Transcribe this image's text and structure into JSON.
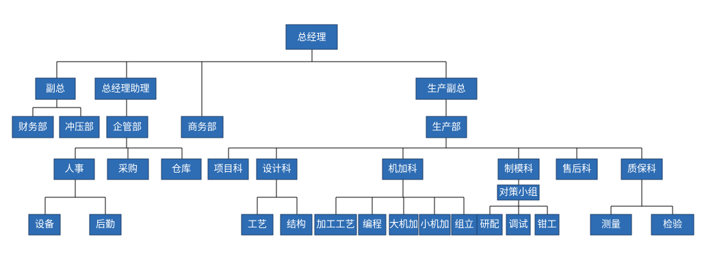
{
  "colors": {
    "node_fill": "#2e6db4",
    "node_border": "#1f3d66",
    "line": "#000000",
    "text": "#ffffff"
  },
  "org": {
    "label": "总经理",
    "children": [
      {
        "label": "副总",
        "children": [
          {
            "label": "财务部"
          },
          {
            "label": "冲压部"
          }
        ]
      },
      {
        "label": "总经理助理",
        "children": [
          {
            "label": "企管部",
            "children": [
              {
                "label": "人事",
                "children": [
                  {
                    "label": "设备"
                  },
                  {
                    "label": "后勤"
                  }
                ]
              },
              {
                "label": "采购"
              },
              {
                "label": "仓库"
              }
            ]
          }
        ]
      },
      {
        "label": "商务部"
      },
      {
        "label": "生产副总",
        "children": [
          {
            "label": "生产部",
            "children": [
              {
                "label": "项目科"
              },
              {
                "label": "设计科",
                "children": [
                  {
                    "label": "工艺"
                  },
                  {
                    "label": "结构"
                  }
                ]
              },
              {
                "label": "机加科",
                "children": [
                  {
                    "label": "加工工艺"
                  },
                  {
                    "label": "编程"
                  },
                  {
                    "label": "大机加"
                  },
                  {
                    "label": "小机加"
                  },
                  {
                    "label": "组立"
                  }
                ]
              },
              {
                "label": "制模科",
                "children": [
                  {
                    "label": "对策小组",
                    "children": [
                      {
                        "label": "研配"
                      },
                      {
                        "label": "调试"
                      },
                      {
                        "label": "钳工"
                      }
                    ]
                  }
                ]
              },
              {
                "label": "售后科"
              },
              {
                "label": "质保科",
                "children": [
                  {
                    "label": "测量"
                  },
                  {
                    "label": "检验"
                  }
                ]
              }
            ]
          }
        ]
      }
    ]
  }
}
